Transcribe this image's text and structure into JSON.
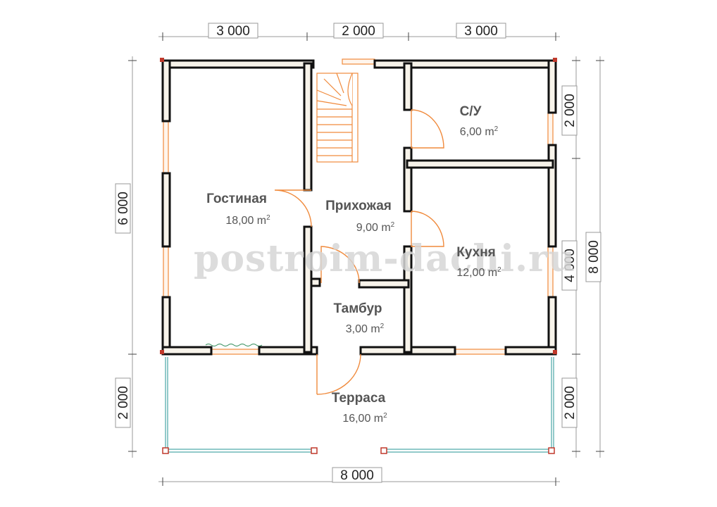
{
  "dimensions": {
    "top": [
      "3 000",
      "2 000",
      "3 000"
    ],
    "bottom": "8 000",
    "left_house": "6 000",
    "left_terrace": "2 000",
    "right_su": "2 000",
    "right_kitchen": "4 000",
    "right_terrace": "2 000",
    "right_total": "8 000"
  },
  "rooms": [
    {
      "name": "Гостиная",
      "area": "18,00 m",
      "unit_sup": "2"
    },
    {
      "name": "Прихожая",
      "area": "9,00 m",
      "unit_sup": "2"
    },
    {
      "name": "С/У",
      "area": "6,00 m",
      "unit_sup": "2"
    },
    {
      "name": "Кухня",
      "area": "12,00 m",
      "unit_sup": "2"
    },
    {
      "name": "Тамбур",
      "area": "3,00 m",
      "unit_sup": "2"
    },
    {
      "name": "Терраса",
      "area": "16,00 m",
      "unit_sup": "2"
    }
  ],
  "watermark": "postroim-dachi.ru",
  "colors": {
    "wall_fill": "#f7f3ea",
    "wall_stroke": "#111111",
    "door": "#f08a3c",
    "terrace_rail": "#6fb8b8",
    "post": "#c0392b"
  }
}
